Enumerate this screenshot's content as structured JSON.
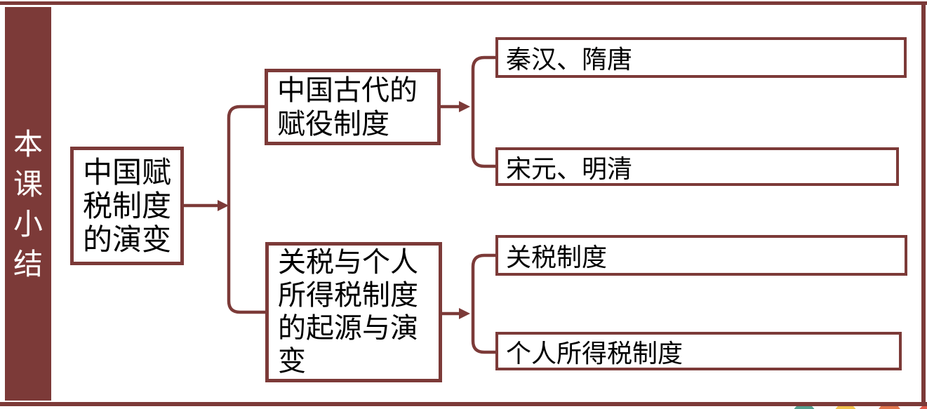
{
  "colors": {
    "accent": "#7c3a38",
    "sidebar_bg": "#7c3a38",
    "box_border": "#7c3a38",
    "box_bg": "#ffffff",
    "text": "#000000",
    "sidebar_text": "#ffffff",
    "circle_teal": "#53a08f",
    "circle_yellow": "#f1c24d",
    "circle_orange": "#e1764d",
    "circle_red": "#e25a4b"
  },
  "sidebar": {
    "title": "本课小结"
  },
  "diagram": {
    "root": {
      "label": "中国赋税制度的演变",
      "lines": [
        "中国赋",
        "税制度",
        "的演变"
      ]
    },
    "branches": [
      {
        "label": "中国古代的赋役制度",
        "lines": [
          "中国古代的",
          "赋役制度"
        ],
        "children": [
          {
            "label": "秦汉、隋唐"
          },
          {
            "label": "宋元、明清"
          }
        ]
      },
      {
        "label": "关税与个人所得税制度的起源与演变",
        "lines": [
          "关税与个人",
          "所得税制度",
          "的起源与演",
          "变"
        ],
        "children": [
          {
            "label": "关税制度"
          },
          {
            "label": "个人所得税制度"
          }
        ]
      }
    ]
  }
}
